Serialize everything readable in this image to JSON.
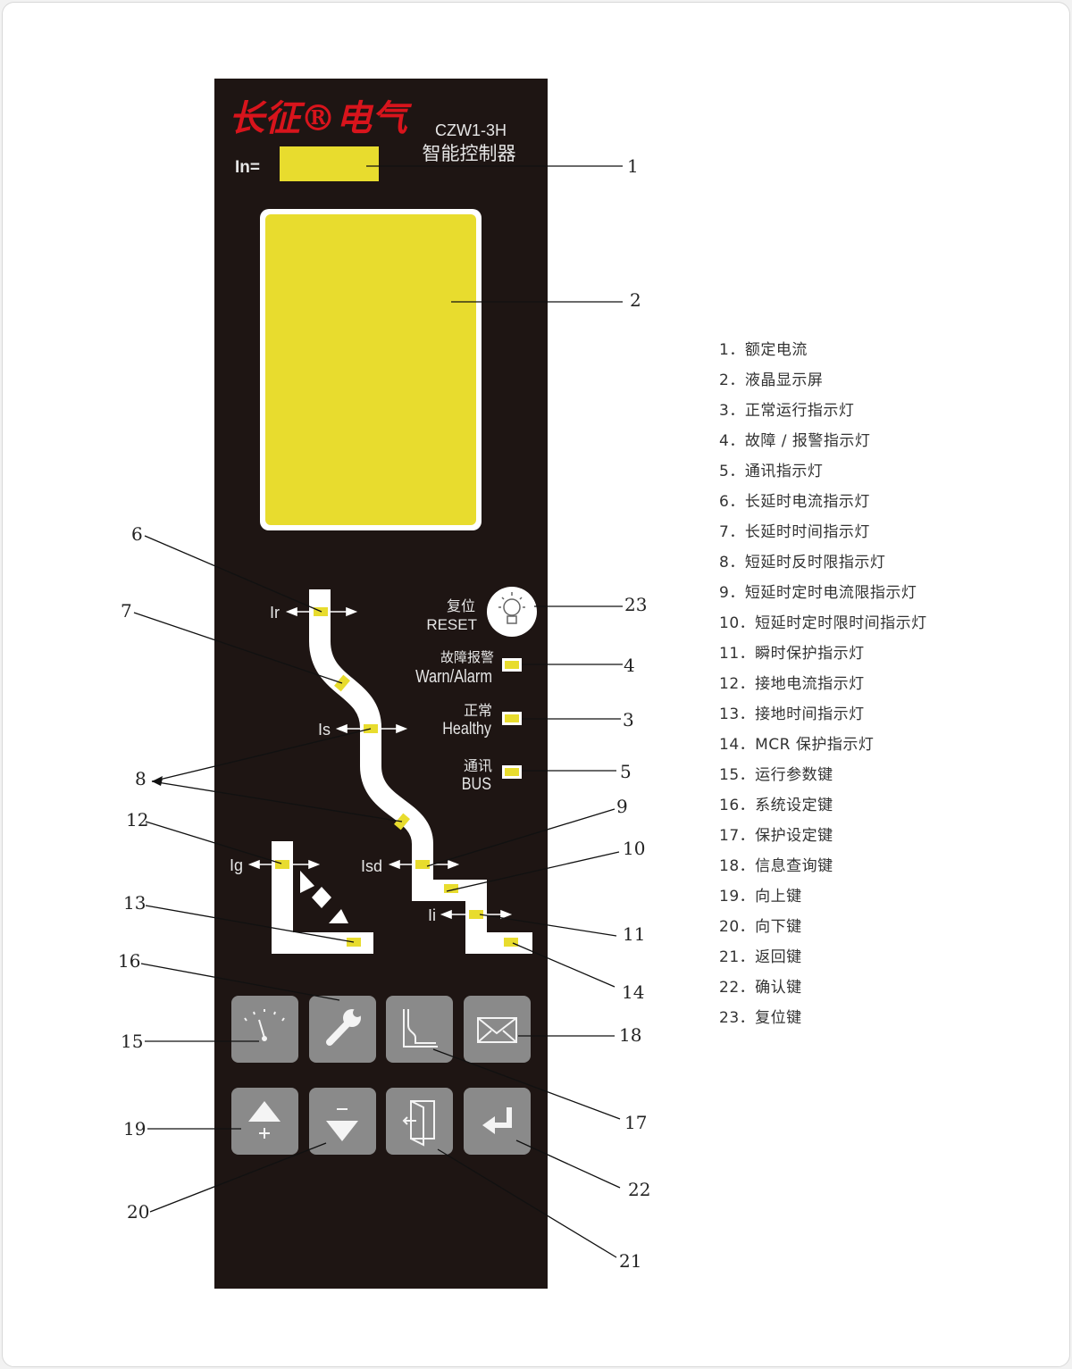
{
  "panel": {
    "logo": "长征®电气",
    "model": "CZW1-3H",
    "product": "智能控制器",
    "in_label": "In=",
    "reset_cn": "复位",
    "reset_en": "RESET",
    "warn_cn": "故障报警",
    "warn_en": "Warn/Alarm",
    "healthy_cn": "正常",
    "healthy_en": "Healthy",
    "bus_cn": "通讯",
    "bus_en": "BUS",
    "curve_labels": {
      "ir": "Ir",
      "is": "Is",
      "ig": "Ig",
      "isd": "Isd",
      "ii": "Ii"
    },
    "colors": {
      "panel": "#1e1513",
      "indicator": "#e8dc2e",
      "logo": "#d8141c",
      "button": "#8a8a8a"
    }
  },
  "callouts": [
    "1",
    "2",
    "3",
    "4",
    "5",
    "6",
    "7",
    "8",
    "9",
    "10",
    "11",
    "12",
    "13",
    "14",
    "15",
    "16",
    "17",
    "18",
    "19",
    "20",
    "21",
    "22",
    "23"
  ],
  "legend": [
    "1．额定电流",
    "2．液晶显示屏",
    "3．正常运行指示灯",
    "4．故障 / 报警指示灯",
    "5．通讯指示灯",
    "6．长延时电流指示灯",
    "7．长延时时间指示灯",
    "8．短延时反时限指示灯",
    "9．短延时定时电流限指示灯",
    "10．短延时定时限时间指示灯",
    "11．瞬时保护指示灯",
    "12．接地电流指示灯",
    "13．接地时间指示灯",
    "14．MCR 保护指示灯",
    "15．运行参数键",
    "16．系统设定键",
    "17．保护设定键",
    "18．信息查询键",
    "19．向上键",
    "20．向下键",
    "21．返回键",
    "22．确认键",
    "23．复位键"
  ]
}
